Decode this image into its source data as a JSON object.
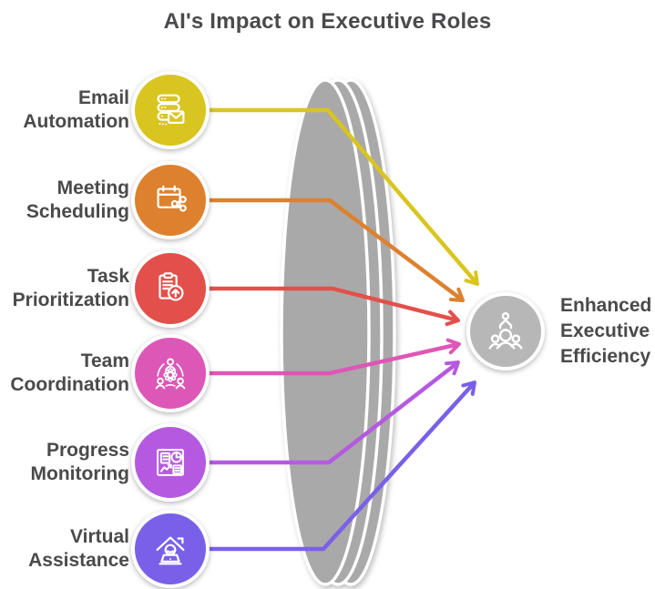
{
  "title": "AI's Impact on Executive Roles",
  "text_color": "#4a4a4c",
  "items": [
    {
      "icon": "email-automation-icon",
      "lines": [
        "Email",
        "Automation"
      ],
      "color": "#d9c51f"
    },
    {
      "icon": "meeting-scheduling-icon",
      "lines": [
        "Meeting",
        "Scheduling"
      ],
      "color": "#dd812f"
    },
    {
      "icon": "task-prioritization-icon",
      "lines": [
        "Task",
        "Prioritization"
      ],
      "color": "#e3504b"
    },
    {
      "icon": "team-coordination-icon",
      "lines": [
        "Team",
        "Coordination"
      ],
      "color": "#dd57b6"
    },
    {
      "icon": "progress-monitoring-icon",
      "lines": [
        "Progress",
        "Monitoring"
      ],
      "color": "#b55ae0"
    },
    {
      "icon": "virtual-assistance-icon",
      "lines": [
        "Virtual",
        "Assistance"
      ],
      "color": "#7a60e8"
    }
  ],
  "lens": {
    "fill": "#a9a9a9",
    "stroke": "#ffffff"
  },
  "result": {
    "icon": "executive-group-icon",
    "lines": [
      "Enhanced",
      "Executive",
      "Efficiency"
    ],
    "color": "#b7b7b7"
  }
}
